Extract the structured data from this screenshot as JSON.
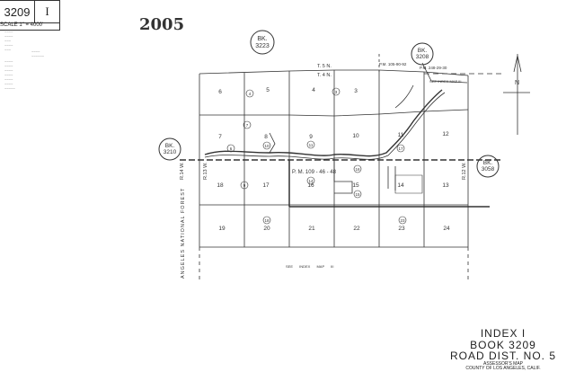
{
  "header": {
    "book_number": "3209",
    "index_numeral": "I",
    "scale": "SCALE 1\" = 4000'",
    "year": "2005"
  },
  "adjacent_books": [
    {
      "label": "BK.",
      "number": "3223"
    },
    {
      "label": "BK.",
      "number": "3208"
    },
    {
      "label": "BK.",
      "number": "3210"
    },
    {
      "label": "BK.",
      "number": "3058"
    }
  ],
  "township_labels": {
    "north": "T. 5 N.",
    "south": "T. 4 N."
  },
  "range_labels": [
    "R.14 W.",
    "R.13 W.",
    "R.12 W."
  ],
  "forest_label": "ANGELES NATIONAL FOREST",
  "parcel_map_refs": [
    "P.M. 105-90-92",
    "P.M. 248-29-30",
    "P. M. 109 - 46 - 48"
  ],
  "see_index_top": "SEE INDEX MAP III",
  "see_index_bottom": "SEE INDEX MAP III",
  "sections": {
    "row1": [
      "6",
      "5",
      "4",
      "3"
    ],
    "row2": [
      "7",
      "8",
      "9",
      "10",
      "11",
      "12"
    ],
    "row3": [
      "18",
      "17",
      "16",
      "15",
      "14",
      "13"
    ],
    "row4": [
      "19",
      "20",
      "21",
      "22",
      "23",
      "24"
    ]
  },
  "page_circles": [
    "4",
    "3",
    "7",
    "6",
    "10",
    "11",
    "9",
    "14",
    "15",
    "16",
    "17",
    "18",
    "23"
  ],
  "north_label": "N",
  "info_block": {
    "index": "INDEX I",
    "book": "BOOK 3209",
    "road_district": "ROAD DIST. NO. 5",
    "map_type": "ASSESSOR'S MAP",
    "county": "COUNTY OF LOS ANGELES, CALIF."
  },
  "colors": {
    "ink": "#333333",
    "paper": "#ffffff"
  }
}
